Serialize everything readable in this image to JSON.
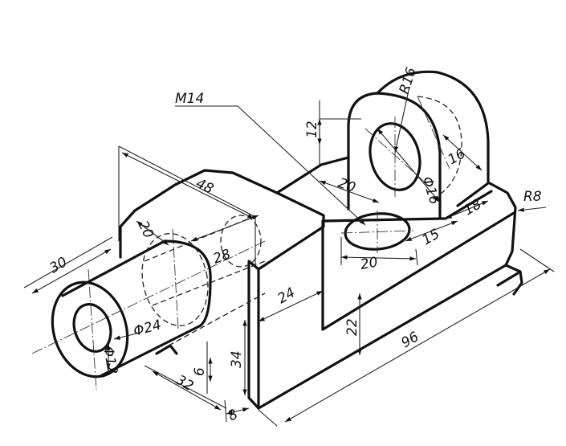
{
  "labels": {
    "thread": "M14",
    "r_top": "R16",
    "d12_top": "12",
    "d16": "16",
    "phi16": "Φ16",
    "d20_upper": "20",
    "r8": "R8",
    "d18": "18",
    "d48": "48",
    "d20_left": "20",
    "d28": "28",
    "d30": "30",
    "d15": "15",
    "d20_lower": "20",
    "d24": "24",
    "d22": "22",
    "d96": "96",
    "phi24": "Φ24",
    "phi12": "Φ12",
    "d34": "34",
    "d6": "6",
    "d32": "32",
    "d8": "8"
  }
}
